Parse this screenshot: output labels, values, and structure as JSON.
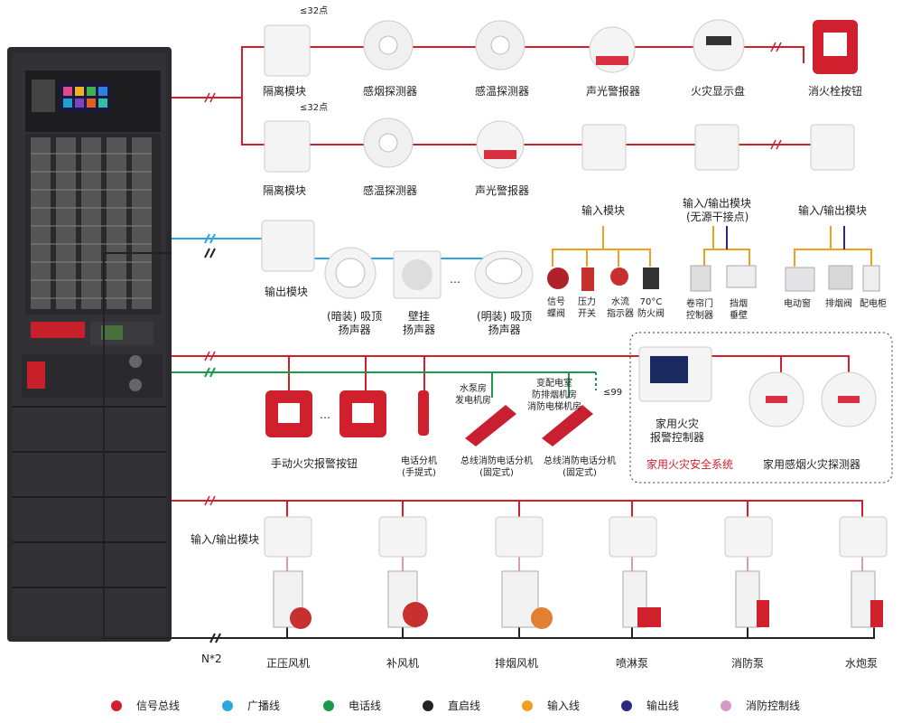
{
  "colors": {
    "signal": "#d0202e",
    "broadcast": "#29a8e0",
    "phone": "#1a9a4a",
    "direct": "#222222",
    "input": "#f0a020",
    "output": "#2a2a80",
    "fire_control": "#d79ac8"
  },
  "row1": {
    "note": "≤32点",
    "items": [
      "隔离模块",
      "感烟探测器",
      "感温探测器",
      "声光警报器",
      "火灾显示盘",
      "消火栓按钮"
    ]
  },
  "row2": {
    "note": "≤32点",
    "items": [
      "隔离模块",
      "感温探测器",
      "声光警报器"
    ],
    "input_module": "输入模块",
    "io_module_a": "输入/输出模块",
    "io_module_a_sub": "(无源干接点)",
    "io_module_b": "输入/输出模块"
  },
  "row3": {
    "input_devices": [
      [
        "信号",
        "蝶阀"
      ],
      [
        "压力",
        "开关"
      ],
      [
        "水流",
        "指示器"
      ],
      [
        "70°C",
        "防火阀"
      ]
    ],
    "io_a_devices": [
      [
        "卷帘门",
        "控制器"
      ],
      [
        "挡烟",
        "垂壁"
      ]
    ],
    "io_b_devices": [
      "电动窗",
      "排烟阀",
      "配电柜"
    ],
    "output_module": "输出模块",
    "speakers": [
      [
        "(暗装) 吸顶",
        "扬声器"
      ],
      [
        "壁挂",
        "扬声器"
      ],
      [
        "(明装) 吸顶",
        "扬声器"
      ]
    ],
    "ellipsis": "…"
  },
  "row4": {
    "button": "手动火灾报警按钮",
    "ellipsis": "…",
    "phone_handheld": [
      "电话分机",
      "(手提式)"
    ],
    "rooms_a": [
      "水泵房",
      "发电机房"
    ],
    "rooms_b": [
      "变配电室",
      "防排烟机房",
      "消防电梯机房"
    ],
    "phone_fixed_a": [
      "总线消防电话分机",
      "(固定式)"
    ],
    "phone_fixed_b": [
      "总线消防电话分机",
      "(固定式)"
    ],
    "note": "≤99",
    "home_controller": [
      "家用火灾",
      "报警控制器"
    ],
    "home_system": "家用火灾安全系统",
    "home_detector": "家用感烟火灾探测器"
  },
  "row5": {
    "io_label": "输入/输出模块",
    "units": [
      "正压风机",
      "补风机",
      "排烟风机",
      "喷淋泵",
      "消防泵",
      "水炮泵"
    ],
    "bus_note": "N*2"
  },
  "legend": [
    {
      "name": "信号总线",
      "color": "#d0202e"
    },
    {
      "name": "广播线",
      "color": "#29a8e0"
    },
    {
      "name": "电话线",
      "color": "#1a9a4a"
    },
    {
      "name": "直启线",
      "color": "#222222"
    },
    {
      "name": "输入线",
      "color": "#f0a020"
    },
    {
      "name": "输出线",
      "color": "#2a2a80"
    },
    {
      "name": "消防控制线",
      "color": "#d79ac8"
    }
  ]
}
